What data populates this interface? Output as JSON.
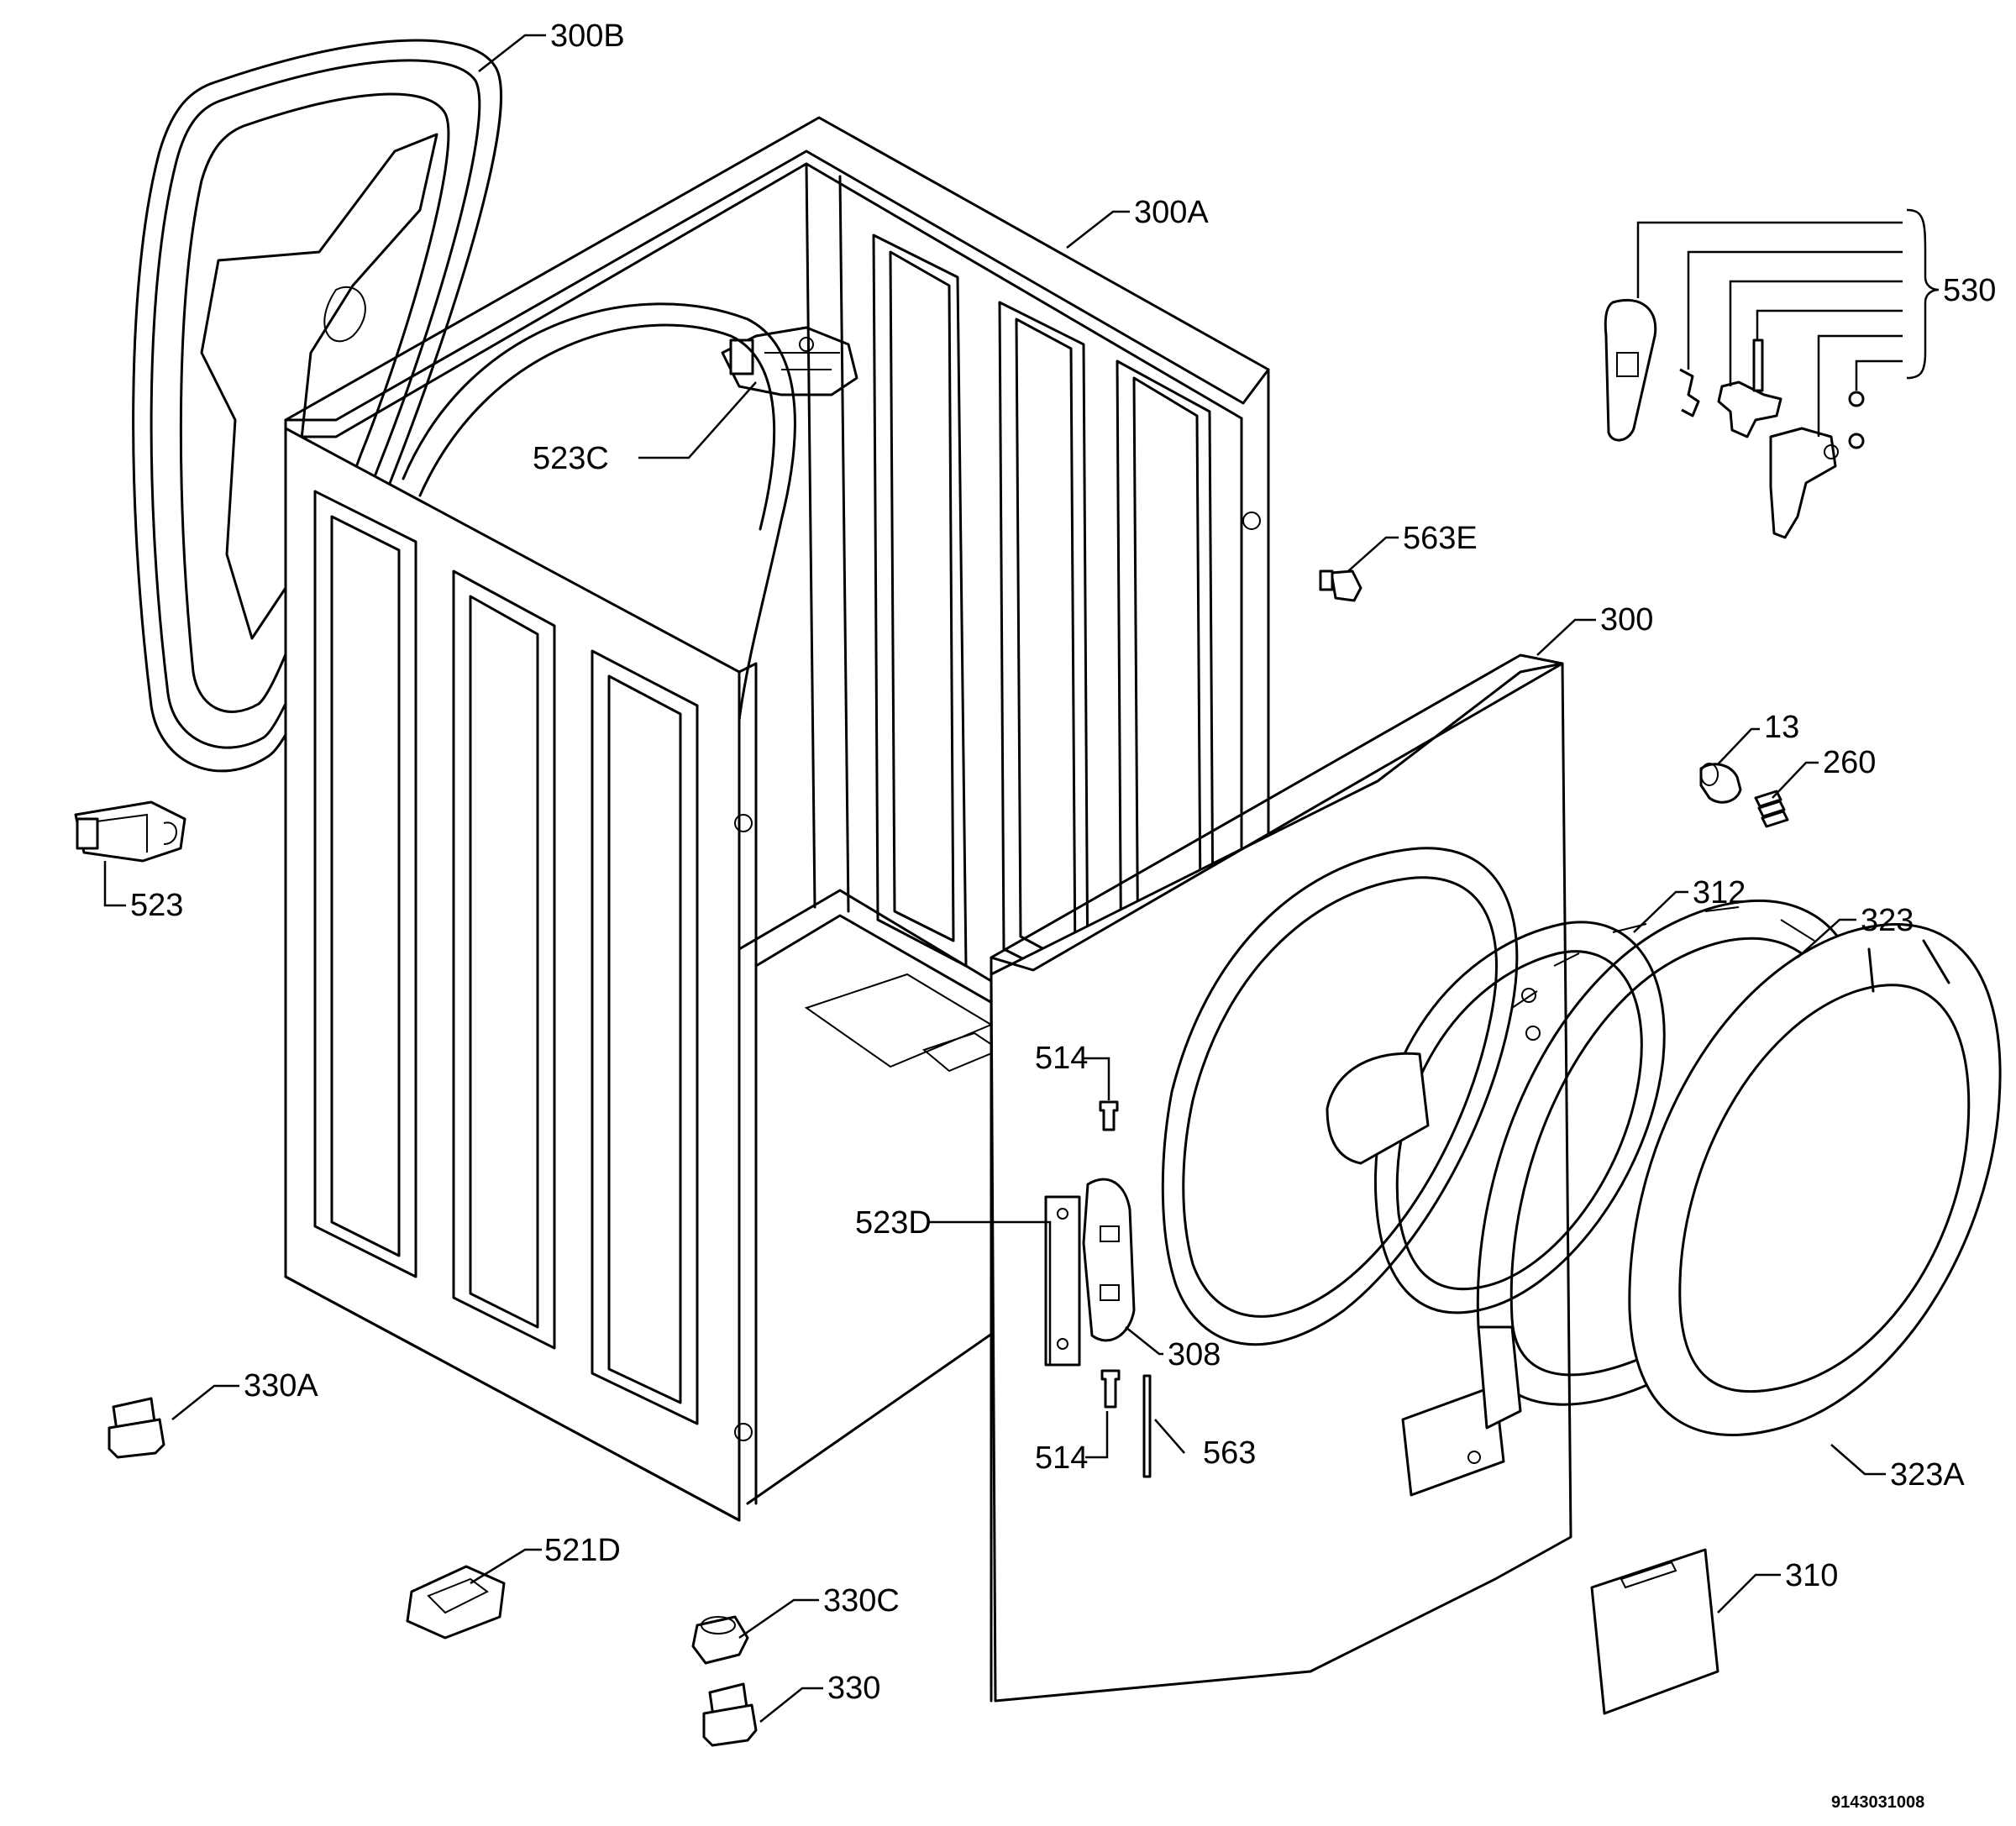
{
  "labels": {
    "l300B": "300B",
    "l300A": "300A",
    "l530": "530",
    "l523C": "523C",
    "l563E": "563E",
    "l300": "300",
    "l13": "13",
    "l260": "260",
    "l523": "523",
    "l312": "312",
    "l323": "323",
    "l514a": "514",
    "l523D": "523D",
    "l308": "308",
    "l330A": "330A",
    "l514b": "514",
    "l563": "563",
    "l323A": "323A",
    "l521D": "521D",
    "l310": "310",
    "l330C": "330C",
    "l330": "330"
  },
  "doc_number": "9143031008"
}
